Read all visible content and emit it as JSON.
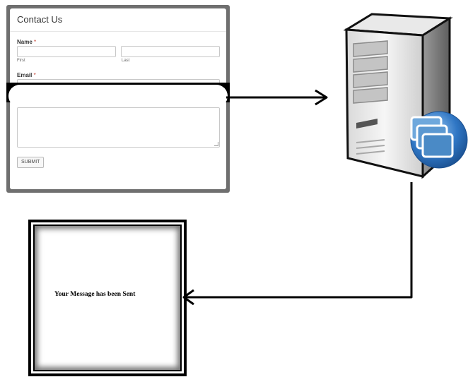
{
  "form": {
    "title": "Contact Us",
    "name_label": "Name",
    "name_required_mark": "*",
    "first_sublabel": "First",
    "last_sublabel": "Last",
    "email_label": "Email",
    "email_required_mark": "*",
    "submit_label": "SUBMIT"
  },
  "server": {
    "icon": "application-server-icon"
  },
  "result": {
    "message": "Your Message has been Sent"
  },
  "colors": {
    "form_frame": "#6f6f6f",
    "required_mark": "#c0392b",
    "server_badge": "#2f76c4"
  }
}
